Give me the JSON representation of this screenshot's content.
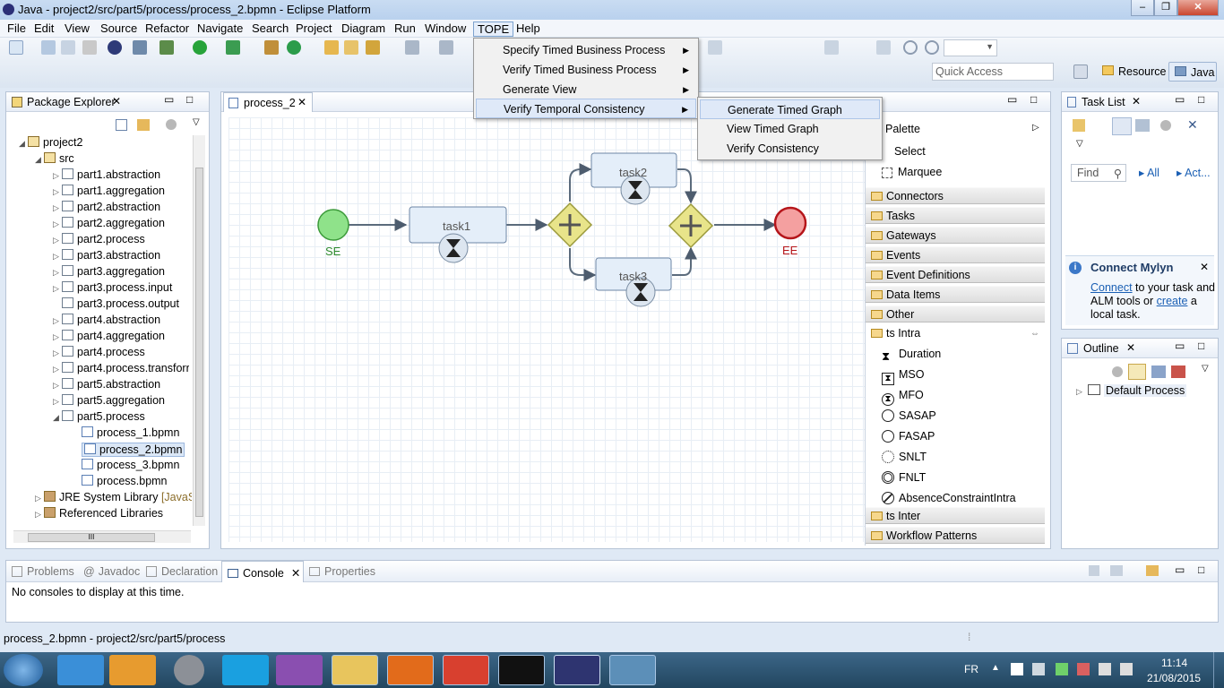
{
  "window": {
    "title": "Java - project2/src/part5/process/process_2.bpmn - Eclipse Platform"
  },
  "menu": [
    "File",
    "Edit",
    "View",
    "Source",
    "Refactor",
    "Navigate",
    "Search",
    "Project",
    "Diagram",
    "Run",
    "Window",
    "TOPE",
    "Help"
  ],
  "tope_menu": [
    "Specify Timed Business Process",
    "Verify Timed Business Process",
    "Generate View",
    "Verify Temporal Consistency"
  ],
  "submenu": [
    "Generate Timed Graph",
    "View Timed Graph",
    "Verify Consistency"
  ],
  "quick_access": {
    "placeholder": "Quick Access"
  },
  "perspectives": {
    "resource": "Resource",
    "java": "Java"
  },
  "package_explorer": {
    "title": "Package Explorer",
    "project": "project2",
    "src": "src",
    "packages": [
      "part1.abstraction",
      "part1.aggregation",
      "part2.abstraction",
      "part2.aggregation",
      "part2.process",
      "part3.abstraction",
      "part3.aggregation",
      "part3.process.input",
      "part3.process.output",
      "part4.abstraction",
      "part4.aggregation",
      "part4.process",
      "part4.process.transforr",
      "part5.abstraction",
      "part5.aggregation",
      "part5.process"
    ],
    "files": [
      "process_1.bpmn",
      "process_2.bpmn",
      "process_3.bpmn",
      "process.bpmn"
    ],
    "jre": "JRE System Library",
    "jre_suffix": "[JavaSE",
    "ref_libs": "Referenced Libraries",
    "hscroll": "III"
  },
  "editor": {
    "tab": "process_2",
    "start": "SE",
    "end": "EE",
    "task1": "task1",
    "task2": "task2",
    "task3": "task3"
  },
  "palette": {
    "title": "Palette",
    "select": "Select",
    "marquee": "Marquee",
    "drawers": [
      "Connectors",
      "Tasks",
      "Gateways",
      "Events",
      "Event Definitions",
      "Data Items",
      "Other",
      "ts Intra"
    ],
    "intra_items": [
      "Duration",
      "MSO",
      "MFO",
      "SASAP",
      "FASAP",
      "SNLT",
      "FNLT",
      "AbsenceConstraintIntra"
    ],
    "bottom_drawers": [
      "ts Inter",
      "Workflow Patterns"
    ]
  },
  "task_list": {
    "title": "Task List",
    "find_placeholder": "Find",
    "all": "All",
    "act": "Act..."
  },
  "mylyn": {
    "title": "Connect Mylyn",
    "connect": "Connect",
    "text1": "to your task and",
    "text2": "ALM tools or",
    "create": "create",
    "text3": "a",
    "text4": "local task."
  },
  "outline": {
    "title": "Outline",
    "root": "Default Process"
  },
  "bottom_tabs": [
    "Problems",
    "Javadoc",
    "Declaration",
    "Console",
    "Properties"
  ],
  "console": {
    "message": "No consoles to display at this time."
  },
  "status": {
    "text": "process_2.bpmn - project2/src/part5/process"
  },
  "taskbar": {
    "lang": "FR",
    "time": "11:14",
    "date": "21/08/2015"
  },
  "colors": {
    "accent": "#3c6688",
    "gateway": "#e8e48a",
    "start": "#86e07f",
    "end": "#f08a8a"
  }
}
